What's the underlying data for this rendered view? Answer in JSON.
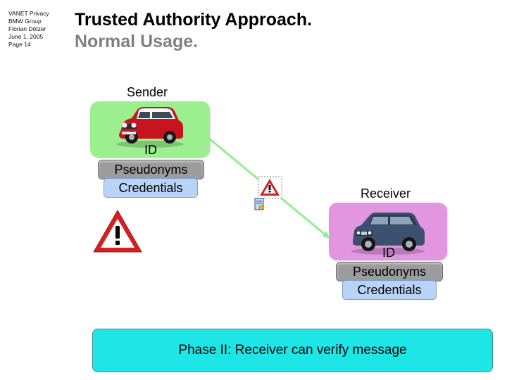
{
  "meta": {
    "line1": "VANET Privacy",
    "line2": "BMW Group",
    "line3": "Florian Dötzer",
    "line4": "June 1, 2005",
    "line5": "Page 14"
  },
  "title": {
    "main": "Trusted Authority Approach.",
    "sub": "Normal Usage."
  },
  "sender": {
    "label": "Sender",
    "id": "ID",
    "pseudonyms": "Pseudonyms",
    "credentials": "Credentials"
  },
  "receiver": {
    "label": "Receiver",
    "id": "ID",
    "pseudonyms": "Pseudonyms",
    "credentials": "Credentials"
  },
  "phase": {
    "text": "Phase II: Receiver can verify message"
  },
  "colors": {
    "sender_card": "#9bef8f",
    "receiver_card": "#e296e0",
    "pseudonyms_box": "#9c9c9c",
    "credentials_box": "#b9d3f6",
    "phase_banner": "#1ee6e6",
    "message_arrow": "#8ef08e",
    "warning_red": "#d32020"
  },
  "icons": {
    "sender_vehicle": "red-mini-car-icon",
    "receiver_vehicle": "blue-suv-icon",
    "message_warning": "small-warning-sign-icon",
    "certificate": "certificate-icon",
    "warning": "large-warning-sign-icon"
  }
}
